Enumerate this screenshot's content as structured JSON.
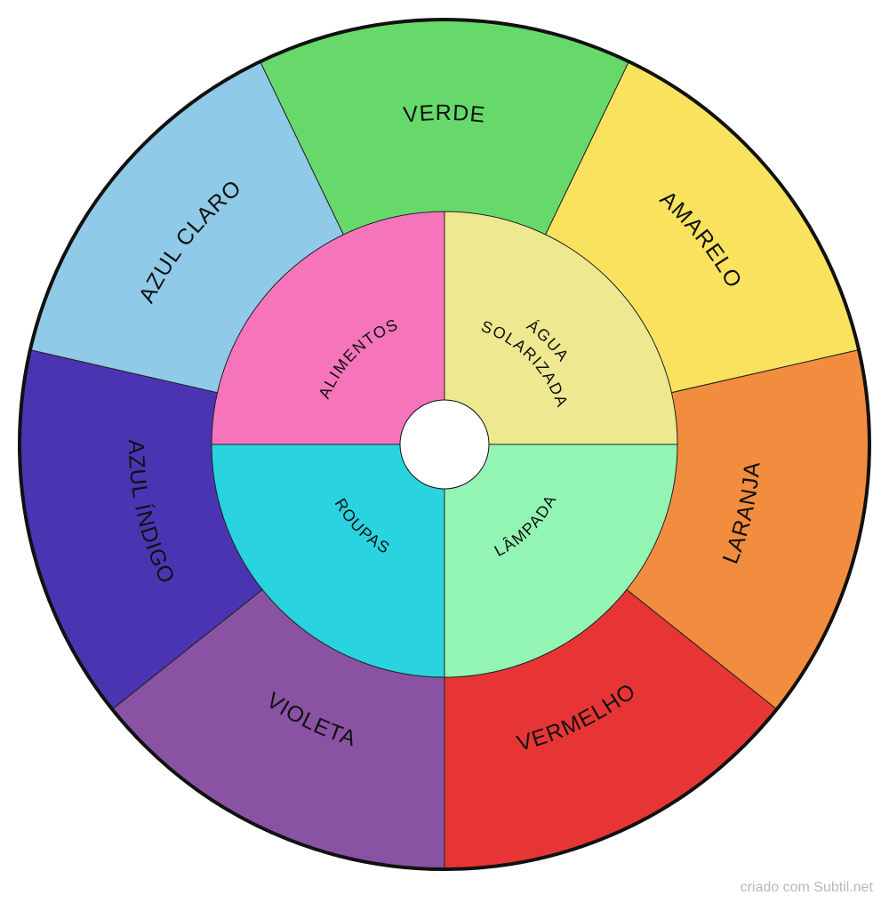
{
  "outer_ring": [
    {
      "label": "VERDE",
      "color": "#66d96a"
    },
    {
      "label": "AMARELO",
      "color": "#f9e25e"
    },
    {
      "label": "LARANJA",
      "color": "#f28c3f"
    },
    {
      "label": "VERMELHO",
      "color": "#e73536"
    },
    {
      "label": "VIOLETA",
      "color": "#8a52a3"
    },
    {
      "label": "AZUL ÍNDIGO",
      "color": "#4b34b2"
    },
    {
      "label": "AZUL CLARO",
      "color": "#8fcae8"
    }
  ],
  "inner_ring": [
    {
      "label_lines": [
        "ÁGUA",
        "SOLARIZADA"
      ],
      "color": "#eee890"
    },
    {
      "label_lines": [
        "LÂMPADA"
      ],
      "color": "#92f5b4"
    },
    {
      "label_lines": [
        "ROUPAS"
      ],
      "color": "#29d3df"
    },
    {
      "label_lines": [
        "ALIMENTOS"
      ],
      "color": "#f674b9"
    }
  ],
  "footer": {
    "credit": "criado com Subtil.net"
  }
}
